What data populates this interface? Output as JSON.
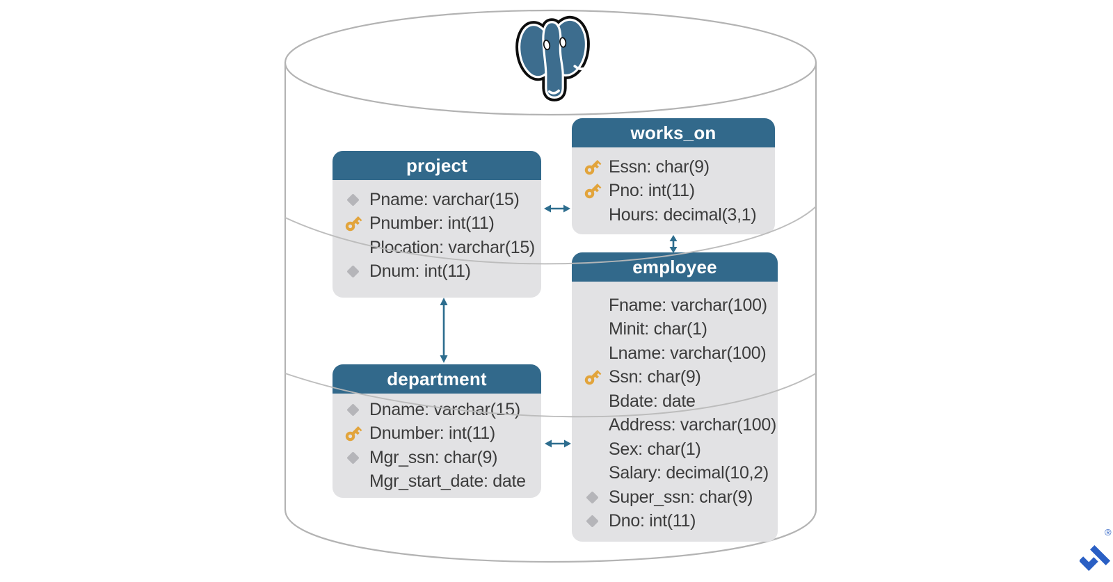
{
  "diagram": {
    "description": "PostgreSQL database schema inside a database cylinder",
    "engine_logo": "postgresql-elephant",
    "tables": [
      {
        "name": "works_on",
        "fields": [
          {
            "icon": "key",
            "text": "Essn: char(9)"
          },
          {
            "icon": "key",
            "text": "Pno: int(11)"
          },
          {
            "icon": "none",
            "text": "Hours: decimal(3,1)"
          }
        ]
      },
      {
        "name": "project",
        "fields": [
          {
            "icon": "diamond",
            "text": "Pname: varchar(15)"
          },
          {
            "icon": "key",
            "text": "Pnumber: int(11)"
          },
          {
            "icon": "none",
            "text": "Plocation: varchar(15)"
          },
          {
            "icon": "diamond",
            "text": "Dnum: int(11)"
          }
        ]
      },
      {
        "name": "employee",
        "fields": [
          {
            "icon": "none",
            "text": "Fname: varchar(100)"
          },
          {
            "icon": "none",
            "text": "Minit: char(1)"
          },
          {
            "icon": "none",
            "text": "Lname: varchar(100)"
          },
          {
            "icon": "key",
            "text": "Ssn: char(9)"
          },
          {
            "icon": "none",
            "text": "Bdate: date"
          },
          {
            "icon": "none",
            "text": "Address: varchar(100)"
          },
          {
            "icon": "none",
            "text": "Sex: char(1)"
          },
          {
            "icon": "none",
            "text": "Salary: decimal(10,2)"
          },
          {
            "icon": "diamond",
            "text": "Super_ssn: char(9)"
          },
          {
            "icon": "diamond",
            "text": "Dno: int(11)"
          }
        ]
      },
      {
        "name": "department",
        "fields": [
          {
            "icon": "diamond",
            "text": "Dname: varchar(15)"
          },
          {
            "icon": "key",
            "text": "Dnumber: int(11)"
          },
          {
            "icon": "diamond",
            "text": "Mgr_ssn: char(9)"
          },
          {
            "icon": "none",
            "text": "Mgr_start_date: date"
          }
        ]
      }
    ],
    "relationships": [
      {
        "from": "project",
        "to": "works_on",
        "style": "double-arrow"
      },
      {
        "from": "works_on",
        "to": "employee",
        "style": "double-arrow"
      },
      {
        "from": "project",
        "to": "department",
        "style": "double-arrow"
      },
      {
        "from": "department",
        "to": "employee",
        "style": "double-arrow"
      }
    ],
    "icon_legend": {
      "key": "primary-key-icon",
      "diamond": "foreign-key-icon"
    }
  },
  "branding": {
    "registered_mark": "®",
    "mark_owner_logo": "toptal-logo"
  },
  "colors": {
    "table_header": "#32698b",
    "table_body": "#e2e2e4",
    "field_text": "#3c3c3c",
    "primary_key": "#e2a43b",
    "foreign_key": "#b5b5b9",
    "arrow": "#2d6d8e",
    "cylinder_outline": "#b3b3b3",
    "postgres_blue": "#3d6d8e",
    "toptal_blue": "#2a5fc4"
  }
}
